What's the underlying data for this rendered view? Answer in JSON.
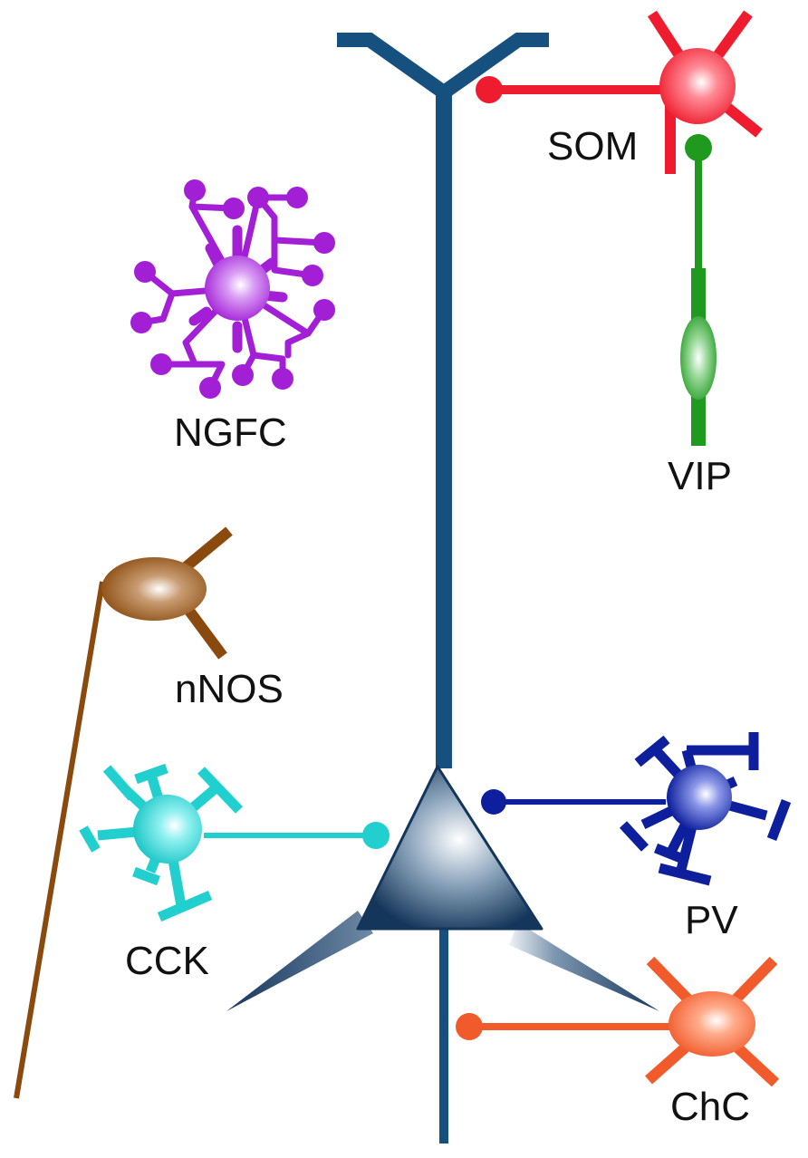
{
  "labels": {
    "som": "SOM",
    "vip": "VIP",
    "ngfc": "NGFC",
    "nnos": "nNOS",
    "cck": "CCK",
    "pv": "PV",
    "chc": "ChC"
  },
  "colors": {
    "pyramidal": "#15507f",
    "som": "#ee1c2e",
    "vip": "#1f9a1f",
    "ngfc": "#a21fd6",
    "nnos": "#8a4a0e",
    "cck": "#22cfcf",
    "pv": "#0d1f9c",
    "chc": "#f15a2b"
  }
}
